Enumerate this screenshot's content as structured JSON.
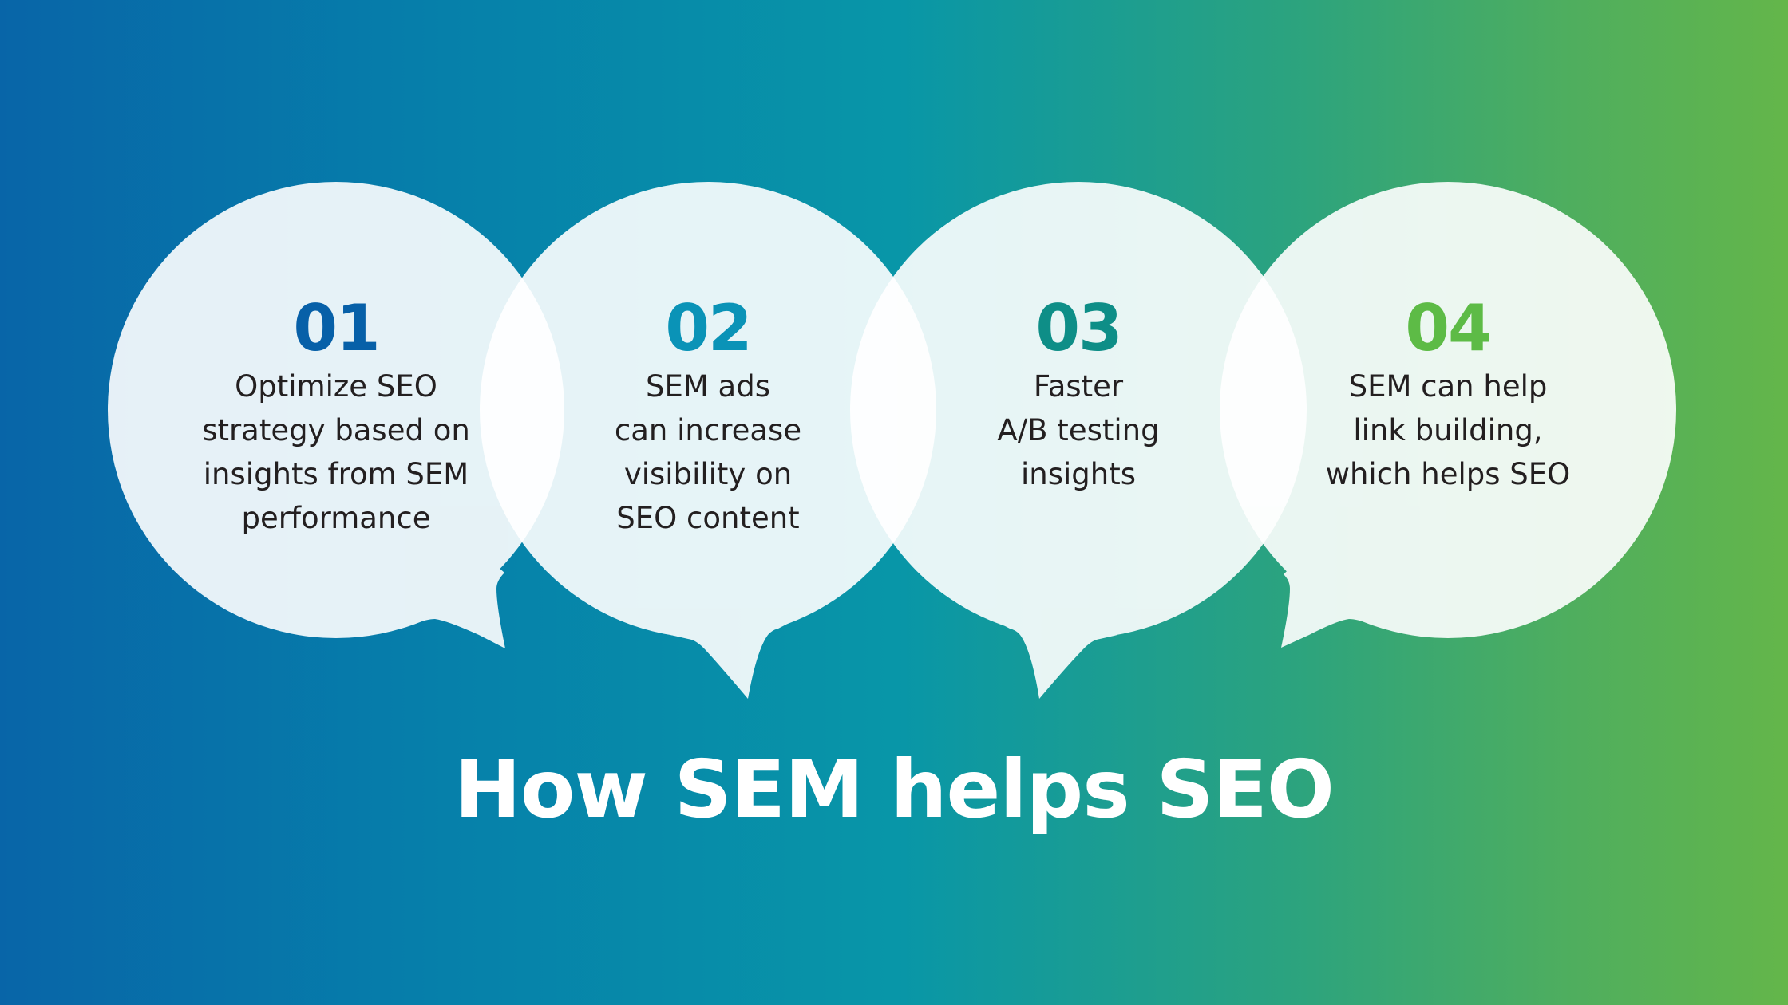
{
  "title": "How SEM helps SEO",
  "colors": {
    "background_gradient": [
      "#0865A8",
      "#0896A8",
      "#62B44A"
    ],
    "bubble_fill": "#FFFFFF",
    "bubble_opacity": 0.9,
    "body_text": "#231F20",
    "title_text": "#FFFFFF"
  },
  "steps": [
    {
      "number": "01",
      "color": "#0760A8",
      "lines": [
        "Optimize SEO",
        "strategy based on",
        "insights from SEM",
        "performance"
      ]
    },
    {
      "number": "02",
      "color": "#0A93B7",
      "lines": [
        "SEM ads",
        "can increase",
        "visibility on",
        "SEO content"
      ]
    },
    {
      "number": "03",
      "color": "#0E8E87",
      "lines": [
        "Faster",
        "A/B testing",
        "insights"
      ]
    },
    {
      "number": "04",
      "color": "#5DBB46",
      "lines": [
        "SEM can help",
        "link building,",
        "which helps SEO"
      ]
    }
  ]
}
